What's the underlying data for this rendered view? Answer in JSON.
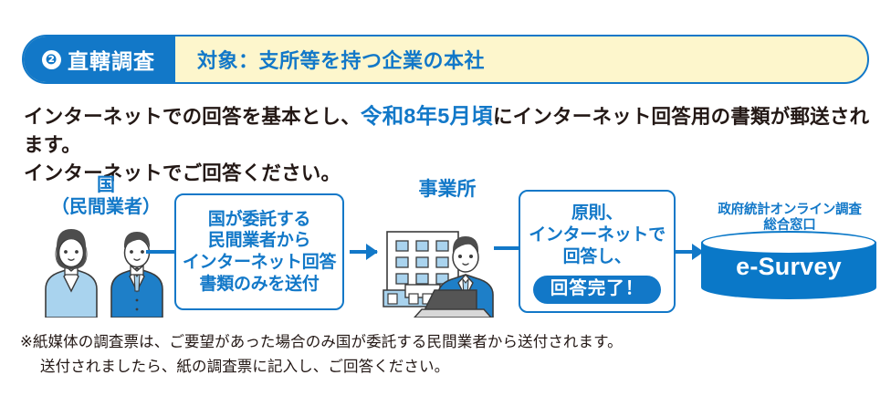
{
  "header": {
    "number": "❷",
    "tag_label": "直轄調査",
    "target_label": "対象：支所等を持つ企業の本社",
    "tag_bg": "#1278C8",
    "band_bg": "#FDF6CC",
    "border_color": "#1278C8"
  },
  "lead": {
    "line1_before": "インターネットでの回答を基本とし、",
    "line1_highlight": "令和8年5月頃",
    "line1_after": "にインターネット回答用の書類が郵送されます。",
    "line2": "インターネットでご回答ください。",
    "highlight_color": "#1278C8"
  },
  "flow": {
    "caption_kuni_line1": "国",
    "caption_kuni_line2": "（民間業者）",
    "caption_jigyosho": "事業所",
    "caption_esurvey_line1": "政府統計オンライン調査",
    "caption_esurvey_line2": "総合窓口",
    "box1": {
      "line1": "国が委託する",
      "line2": "民間業者から",
      "line3": "インターネット回答",
      "line4": "書類のみを送付"
    },
    "box2": {
      "line1": "原則、",
      "line2": "インターネットで",
      "line3": "回答し、",
      "pill": "回答完了！"
    },
    "cylinder_label": "e-Survey",
    "accent_color": "#1278C8"
  },
  "footnote": {
    "line1": "※紙媒体の調査票は、ご要望があった場合のみ国が委託する民間業者から送付されます。",
    "line2": "送付されましたら、紙の調査票に記入し、ご回答ください。"
  }
}
